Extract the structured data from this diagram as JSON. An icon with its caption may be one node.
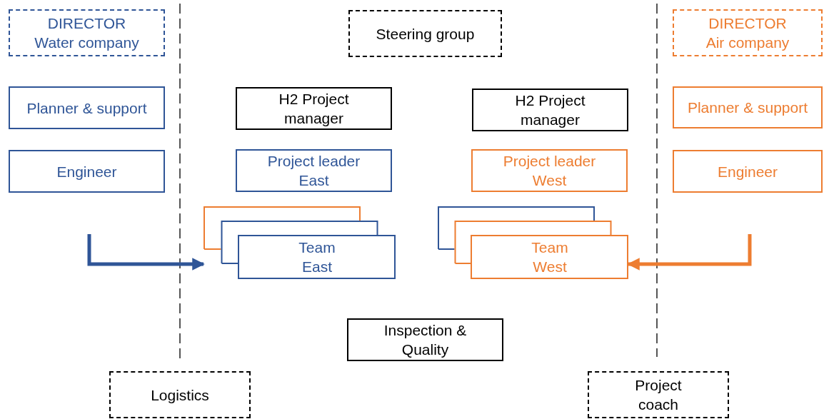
{
  "diagram": {
    "nodes": [
      {
        "text": [
          "DIRECTOR",
          "Water company"
        ]
      },
      {
        "text": [
          "Steering group"
        ]
      },
      {
        "text": [
          "DIRECTOR",
          "Air company"
        ]
      },
      {
        "text": [
          "Planner & support"
        ]
      },
      {
        "text": [
          "H2 Project manager"
        ]
      },
      {
        "text": [
          "H2 Project manager"
        ]
      },
      {
        "text": [
          "Planner & support"
        ]
      },
      {
        "text": [
          "Engineer"
        ]
      },
      {
        "text": [
          "Project leader East"
        ]
      },
      {
        "text": [
          "Project leader West"
        ]
      },
      {
        "text": [
          "Engineer"
        ]
      },
      {
        "text": [
          "Team East"
        ]
      },
      {
        "text": [
          "Team West"
        ]
      },
      {
        "text": [
          "Inspection & Quality"
        ]
      },
      {
        "text": [
          "Logistics"
        ]
      },
      {
        "text": [
          "Project coach"
        ]
      }
    ],
    "edges": [
      {
        "from": null,
        "to": 11,
        "arrow": "to",
        "color": "#2f5597"
      },
      {
        "from": null,
        "to": 12,
        "arrow": "to",
        "color": "#ed7d31"
      }
    ]
  }
}
